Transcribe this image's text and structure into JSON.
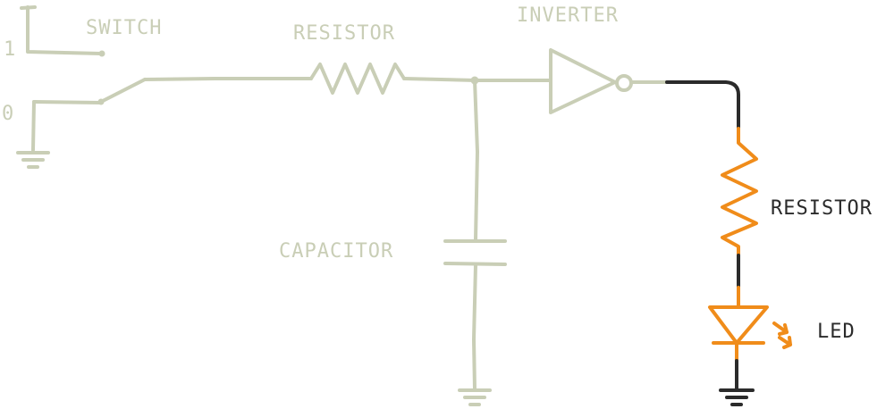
{
  "labels": {
    "switch": "SWITCH",
    "resistor_input": "RESISTOR",
    "inverter": "INVERTER",
    "capacitor": "CAPACITOR",
    "resistor_output": "RESISTOR",
    "led": "LED",
    "state_high": "1",
    "state_low": "0"
  },
  "colors": {
    "inactive": "#c9ceb6",
    "active": "#2b2b2b",
    "highlight": "#f08c1a"
  }
}
